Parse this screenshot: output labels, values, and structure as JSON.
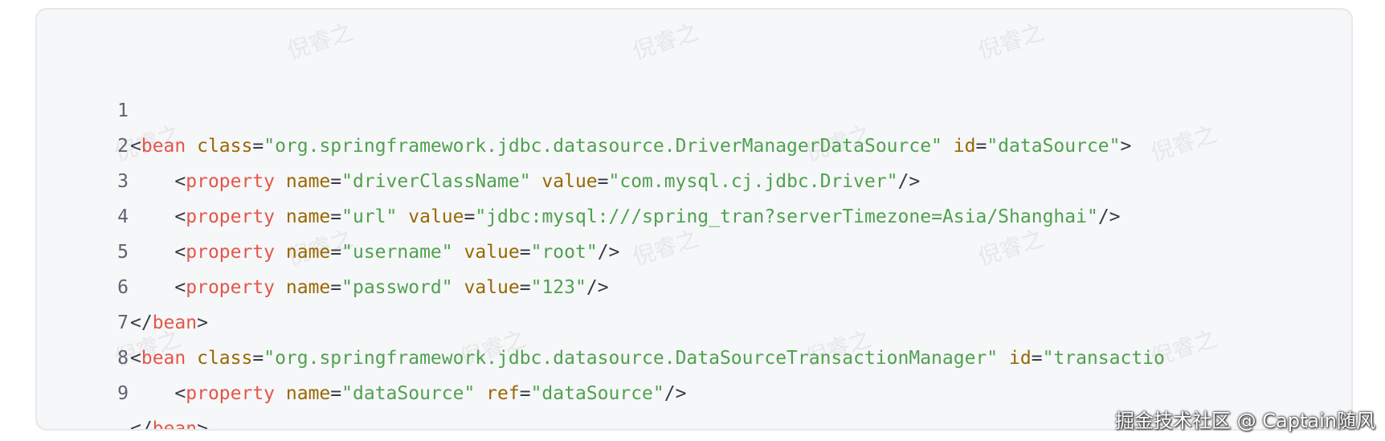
{
  "code": {
    "lines": [
      {
        "num": "1",
        "tokens": [
          {
            "c": "p",
            "t": "<"
          },
          {
            "c": "t",
            "t": "bean"
          },
          {
            "c": "p",
            "t": " "
          },
          {
            "c": "a",
            "t": "class"
          },
          {
            "c": "p",
            "t": "="
          },
          {
            "c": "s",
            "t": "\"org.springframework.jdbc.datasource.DriverManagerDataSource\""
          },
          {
            "c": "p",
            "t": " "
          },
          {
            "c": "a",
            "t": "id"
          },
          {
            "c": "p",
            "t": "="
          },
          {
            "c": "s",
            "t": "\"dataSource\""
          },
          {
            "c": "p",
            "t": ">"
          }
        ]
      },
      {
        "num": "2",
        "tokens": [
          {
            "c": "p",
            "t": "    <"
          },
          {
            "c": "t",
            "t": "property"
          },
          {
            "c": "p",
            "t": " "
          },
          {
            "c": "a",
            "t": "name"
          },
          {
            "c": "p",
            "t": "="
          },
          {
            "c": "s",
            "t": "\"driverClassName\""
          },
          {
            "c": "p",
            "t": " "
          },
          {
            "c": "a",
            "t": "value"
          },
          {
            "c": "p",
            "t": "="
          },
          {
            "c": "s",
            "t": "\"com.mysql.cj.jdbc.Driver\""
          },
          {
            "c": "p",
            "t": "/>"
          }
        ]
      },
      {
        "num": "3",
        "tokens": [
          {
            "c": "p",
            "t": "    <"
          },
          {
            "c": "t",
            "t": "property"
          },
          {
            "c": "p",
            "t": " "
          },
          {
            "c": "a",
            "t": "name"
          },
          {
            "c": "p",
            "t": "="
          },
          {
            "c": "s",
            "t": "\"url\""
          },
          {
            "c": "p",
            "t": " "
          },
          {
            "c": "a",
            "t": "value"
          },
          {
            "c": "p",
            "t": "="
          },
          {
            "c": "s",
            "t": "\"jdbc:mysql:///spring_tran?serverTimezone=Asia/Shanghai\""
          },
          {
            "c": "p",
            "t": "/>"
          }
        ]
      },
      {
        "num": "4",
        "tokens": [
          {
            "c": "p",
            "t": "    <"
          },
          {
            "c": "t",
            "t": "property"
          },
          {
            "c": "p",
            "t": " "
          },
          {
            "c": "a",
            "t": "name"
          },
          {
            "c": "p",
            "t": "="
          },
          {
            "c": "s",
            "t": "\"username\""
          },
          {
            "c": "p",
            "t": " "
          },
          {
            "c": "a",
            "t": "value"
          },
          {
            "c": "p",
            "t": "="
          },
          {
            "c": "s",
            "t": "\"root\""
          },
          {
            "c": "p",
            "t": "/>"
          }
        ]
      },
      {
        "num": "5",
        "tokens": [
          {
            "c": "p",
            "t": "    <"
          },
          {
            "c": "t",
            "t": "property"
          },
          {
            "c": "p",
            "t": " "
          },
          {
            "c": "a",
            "t": "name"
          },
          {
            "c": "p",
            "t": "="
          },
          {
            "c": "s",
            "t": "\"password\""
          },
          {
            "c": "p",
            "t": " "
          },
          {
            "c": "a",
            "t": "value"
          },
          {
            "c": "p",
            "t": "="
          },
          {
            "c": "s",
            "t": "\"123\""
          },
          {
            "c": "p",
            "t": "/>"
          }
        ]
      },
      {
        "num": "6",
        "tokens": [
          {
            "c": "p",
            "t": "</"
          },
          {
            "c": "t",
            "t": "bean"
          },
          {
            "c": "p",
            "t": ">"
          }
        ]
      },
      {
        "num": "7",
        "tokens": [
          {
            "c": "p",
            "t": "<"
          },
          {
            "c": "t",
            "t": "bean"
          },
          {
            "c": "p",
            "t": " "
          },
          {
            "c": "a",
            "t": "class"
          },
          {
            "c": "p",
            "t": "="
          },
          {
            "c": "s",
            "t": "\"org.springframework.jdbc.datasource.DataSourceTransactionManager\""
          },
          {
            "c": "p",
            "t": " "
          },
          {
            "c": "a",
            "t": "id"
          },
          {
            "c": "p",
            "t": "="
          },
          {
            "c": "s",
            "t": "\"transactio"
          }
        ]
      },
      {
        "num": "8",
        "tokens": [
          {
            "c": "p",
            "t": "    <"
          },
          {
            "c": "t",
            "t": "property"
          },
          {
            "c": "p",
            "t": " "
          },
          {
            "c": "a",
            "t": "name"
          },
          {
            "c": "p",
            "t": "="
          },
          {
            "c": "s",
            "t": "\"dataSource\""
          },
          {
            "c": "p",
            "t": " "
          },
          {
            "c": "a",
            "t": "ref"
          },
          {
            "c": "p",
            "t": "="
          },
          {
            "c": "s",
            "t": "\"dataSource\""
          },
          {
            "c": "p",
            "t": "/>"
          }
        ]
      },
      {
        "num": "9",
        "tokens": [
          {
            "c": "p",
            "t": "</"
          },
          {
            "c": "t",
            "t": "bean"
          },
          {
            "c": "p",
            "t": ">"
          }
        ]
      }
    ]
  },
  "watermark": {
    "text": "倪睿之"
  },
  "credit": {
    "text": "掘金技术社区 @ Captain随风"
  },
  "colors": {
    "background": "#f6f7f9",
    "border": "#e6e8eb",
    "tag": "#e45649",
    "attribute": "#986801",
    "string": "#50a14f",
    "punctuation": "#383a42",
    "line_number": "#5c6370"
  }
}
